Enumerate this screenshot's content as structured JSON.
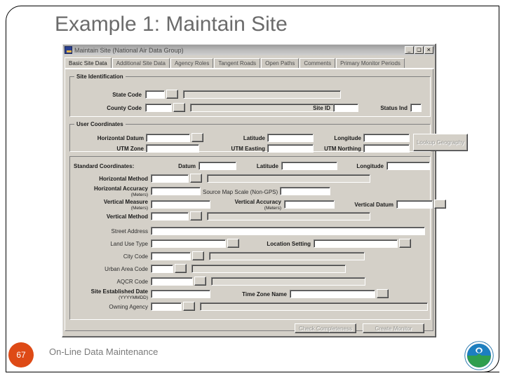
{
  "slide": {
    "title": "Example 1: Maintain Site",
    "page_number": "67",
    "footer_text": "On-Line Data Maintenance",
    "logo_name": "epa-seal",
    "accent_color": "#de4a16",
    "title_color": "#6b6b6b"
  },
  "window": {
    "title": "Maintain Site (National Air Data Group)",
    "minimize_label": "_",
    "maximize_label": "❑",
    "close_label": "✕",
    "tabs": [
      {
        "label": "Basic Site Data",
        "active": true
      },
      {
        "label": "Additional Site Data",
        "active": false
      },
      {
        "label": "Agency Roles",
        "active": false
      },
      {
        "label": "Tangent Roads",
        "active": false
      },
      {
        "label": "Open Paths",
        "active": false
      },
      {
        "label": "Comments",
        "active": false
      },
      {
        "label": "Primary Monitor Periods",
        "active": false
      }
    ]
  },
  "site_identification": {
    "legend": "Site Identification",
    "state_code_label": "State Code",
    "state_code_value": "",
    "state_name_value": "",
    "county_code_label": "County Code",
    "county_code_value": "",
    "county_name_value": "",
    "site_id_label": "Site ID",
    "site_id_value": "",
    "status_ind_label": "Status Ind",
    "status_ind_value": ""
  },
  "user_coordinates": {
    "legend": "User Coordinates",
    "horizontal_datum_label": "Horizontal Datum",
    "horizontal_datum_value": "",
    "latitude_label": "Latitude",
    "latitude_value": "",
    "longitude_label": "Longitude",
    "longitude_value": "",
    "utm_zone_label": "UTM Zone",
    "utm_zone_value": "",
    "utm_easting_label": "UTM Easting",
    "utm_easting_value": "",
    "utm_northing_label": "UTM Northing",
    "utm_northing_value": "",
    "lookup_button_label": "Lookup Geography"
  },
  "standard_coordinates": {
    "group_label": "Standard Coordinates:",
    "datum_label": "Datum",
    "datum_value": "",
    "latitude_label": "Latitude",
    "latitude_value": "",
    "longitude_label": "Longitude",
    "longitude_value": ""
  },
  "details": {
    "horizontal_method_label": "Horizontal Method",
    "horizontal_method_value": "",
    "horizontal_method_desc": "",
    "horizontal_accuracy_label": "Horizontal Accuracy",
    "horizontal_accuracy_unit": "(Meters)",
    "horizontal_accuracy_value": "",
    "source_map_scale_label": "Source Map Scale (Non-GPS)",
    "source_map_scale_value": "",
    "vertical_measure_label": "Vertical Measure",
    "vertical_measure_unit": "(Meters)",
    "vertical_measure_value": "",
    "vertical_accuracy_label": "Vertical Accuracy",
    "vertical_accuracy_unit": "(Meters)",
    "vertical_accuracy_value": "",
    "vertical_datum_label": "Vertical Datum",
    "vertical_datum_value": "",
    "vertical_method_label": "Vertical Method",
    "vertical_method_value": "",
    "vertical_method_desc": "",
    "street_address_label": "Street Address",
    "street_address_value": "",
    "land_use_type_label": "Land Use Type",
    "land_use_type_value": "",
    "location_setting_label": "Location Setting",
    "location_setting_value": "",
    "city_code_label": "City Code",
    "city_code_value": "",
    "city_name_value": "",
    "urban_area_code_label": "Urban Area Code",
    "urban_area_code_value": "",
    "urban_area_name_value": "",
    "aqcr_code_label": "AQCR Code",
    "aqcr_code_value": "",
    "aqcr_name_value": "",
    "site_established_date_label": "Site Established Date",
    "site_established_date_format": "(YYYYMMDD)",
    "site_established_date_value": "",
    "time_zone_name_label": "Time Zone Name",
    "time_zone_name_value": "",
    "owning_agency_label": "Owning Agency",
    "owning_agency_value": "",
    "owning_agency_name_value": ""
  },
  "actions": {
    "check_completeness_label": "Check Completeness",
    "create_monitor_label": "Create Monitor"
  }
}
